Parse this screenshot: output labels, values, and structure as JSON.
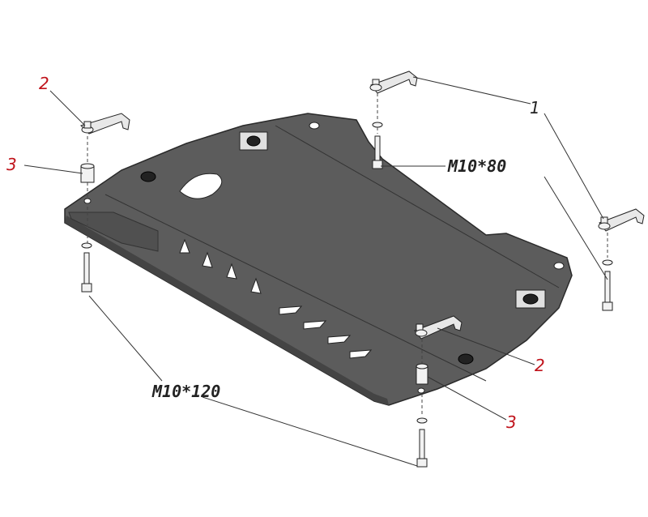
{
  "labels": {
    "bracket_left": "2",
    "spacer_left": "3",
    "bracket_right": "1",
    "bolt_short": "M10*80",
    "bracket_front": "2",
    "spacer_front": "3",
    "bolt_long": "M10*120"
  },
  "colors": {
    "plate": "#5c5c5c",
    "plate_edge": "#3a3a3a",
    "callout_red": "#c0131b",
    "callout_dark": "#222222"
  }
}
